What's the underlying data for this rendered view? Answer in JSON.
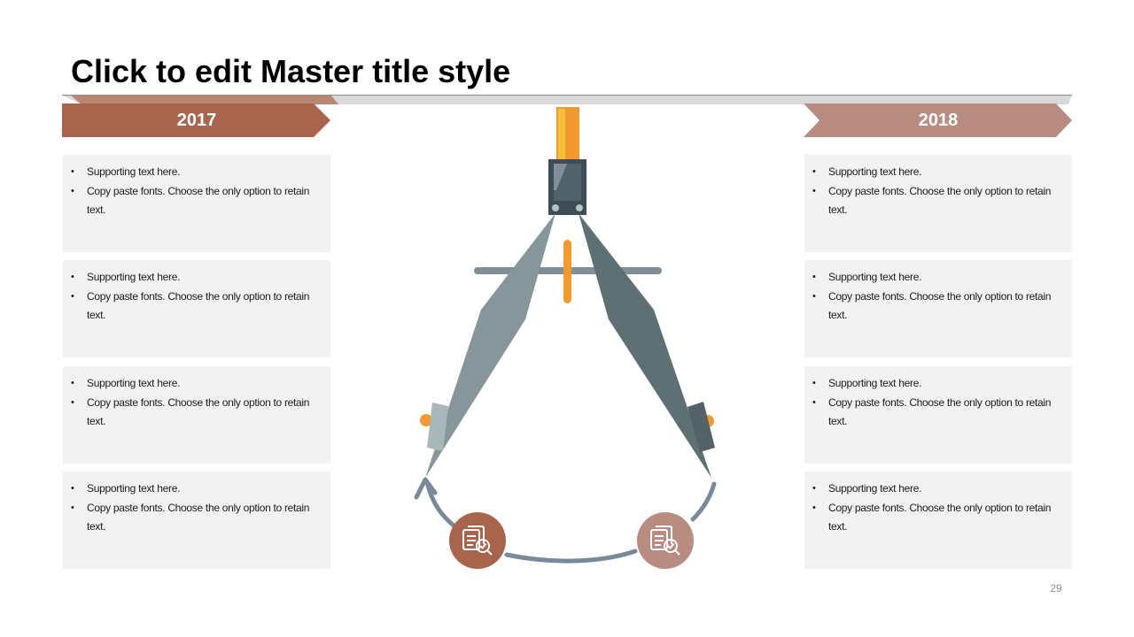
{
  "slide": {
    "title": "Click to edit Master title style",
    "page_number": "29"
  },
  "left_column": {
    "year": "2017",
    "color": "#a9644e",
    "cards": [
      {
        "bullets": [
          "Supporting text here.",
          "Copy paste fonts. Choose the only option to retain text."
        ]
      },
      {
        "bullets": [
          "Supporting text here.",
          "Copy paste fonts. Choose the only option to retain text."
        ]
      },
      {
        "bullets": [
          "Supporting text here.",
          "Copy paste fonts. Choose the only option to retain text."
        ]
      },
      {
        "bullets": [
          "Supporting text here.",
          "Copy paste fonts. Choose the only option to retain text."
        ]
      }
    ]
  },
  "right_column": {
    "year": "2018",
    "color": "#b88c80",
    "cards": [
      {
        "bullets": [
          "Supporting text here.",
          "Copy paste fonts. Choose the only option to retain text."
        ]
      },
      {
        "bullets": [
          "Supporting text here.",
          "Copy paste fonts. Choose the only option to retain text."
        ]
      },
      {
        "bullets": [
          "Supporting text here.",
          "Copy paste fonts. Choose the only option to retain text."
        ]
      },
      {
        "bullets": [
          "Supporting text here.",
          "Copy paste fonts. Choose the only option to retain text."
        ]
      }
    ]
  },
  "illustration": {
    "name": "drawing-compass-icon",
    "left_badge_icon": "document-search-icon",
    "right_badge_icon": "document-search-icon",
    "colors": {
      "orange": "#f29a30",
      "dark_slate": "#44545c",
      "left_leg": "#87969a",
      "right_leg": "#5f7075",
      "arc": "#788999"
    }
  }
}
